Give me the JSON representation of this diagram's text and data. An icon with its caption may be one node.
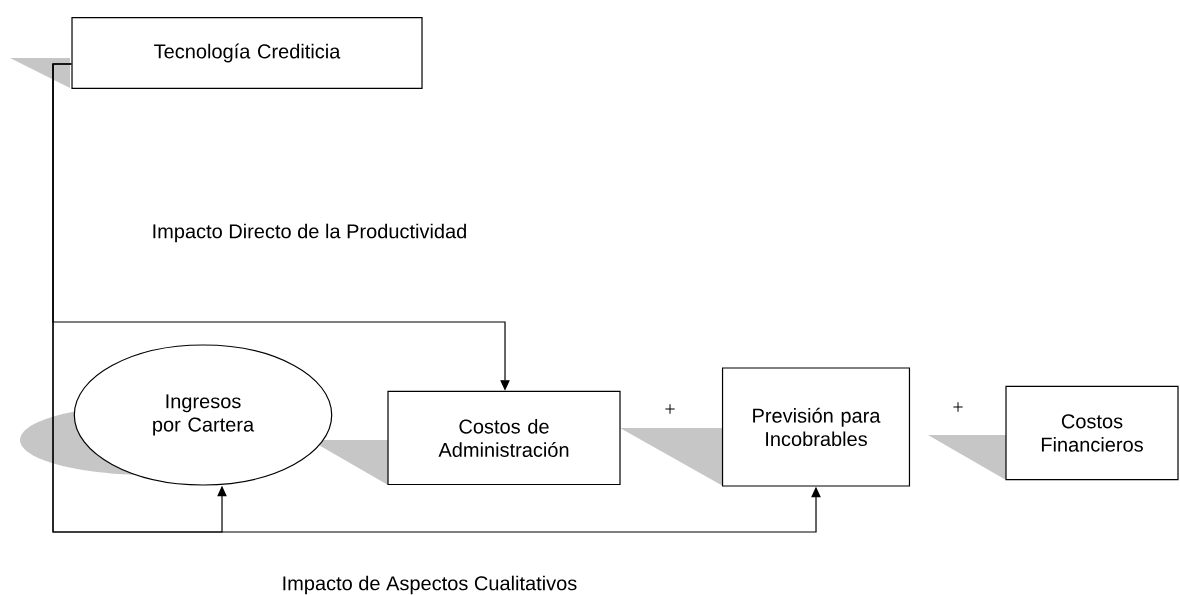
{
  "diagram": {
    "nodes": [
      {
        "text": [
          "Tecnología Crediticia"
        ]
      },
      {
        "text": [
          "Ingresos por Cartera"
        ]
      },
      {
        "text": [
          "Costos de Administración"
        ]
      },
      {
        "text": [
          "Previsión para Incobrables"
        ]
      },
      {
        "text": [
          "Costos Financieros"
        ]
      }
    ],
    "edges": [
      {
        "from": 0,
        "to": 1,
        "arrow": "to"
      },
      {
        "from": 0,
        "to": 2,
        "arrow": "to"
      },
      {
        "from": 0,
        "to": 3,
        "arrow": "to"
      }
    ],
    "labels": [
      "Impacto Directo de la Productividad",
      "+",
      "+",
      "Impacto de Aspectos Cualitativos"
    ]
  }
}
